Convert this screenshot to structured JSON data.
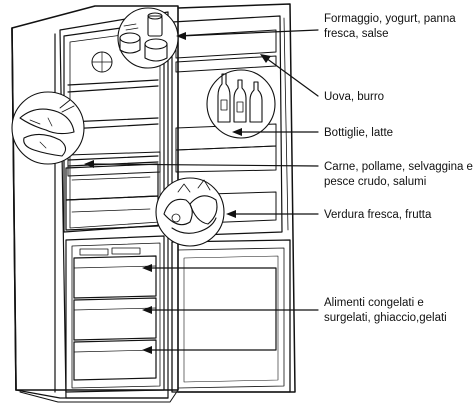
{
  "labels": {
    "cheese": [
      "Formaggio, yogurt, panna",
      "fresca, salse"
    ],
    "eggs": "Uova, burro",
    "bottles": "Bottiglie, latte",
    "meat": [
      "Carne, pollame, selvaggina e",
      "pesce crudo, salumi"
    ],
    "vegetables": "Verdura fresca, frutta",
    "frozen": [
      "Alimenti congelati e",
      "surgelati, ghiaccio,gelati"
    ]
  },
  "colors": {
    "ink": "#111111",
    "background": "#ffffff"
  },
  "icons": [
    "cheese-jars-icon",
    "bottles-icon",
    "seafood-icon",
    "vegetables-icon",
    "egg-icon"
  ]
}
